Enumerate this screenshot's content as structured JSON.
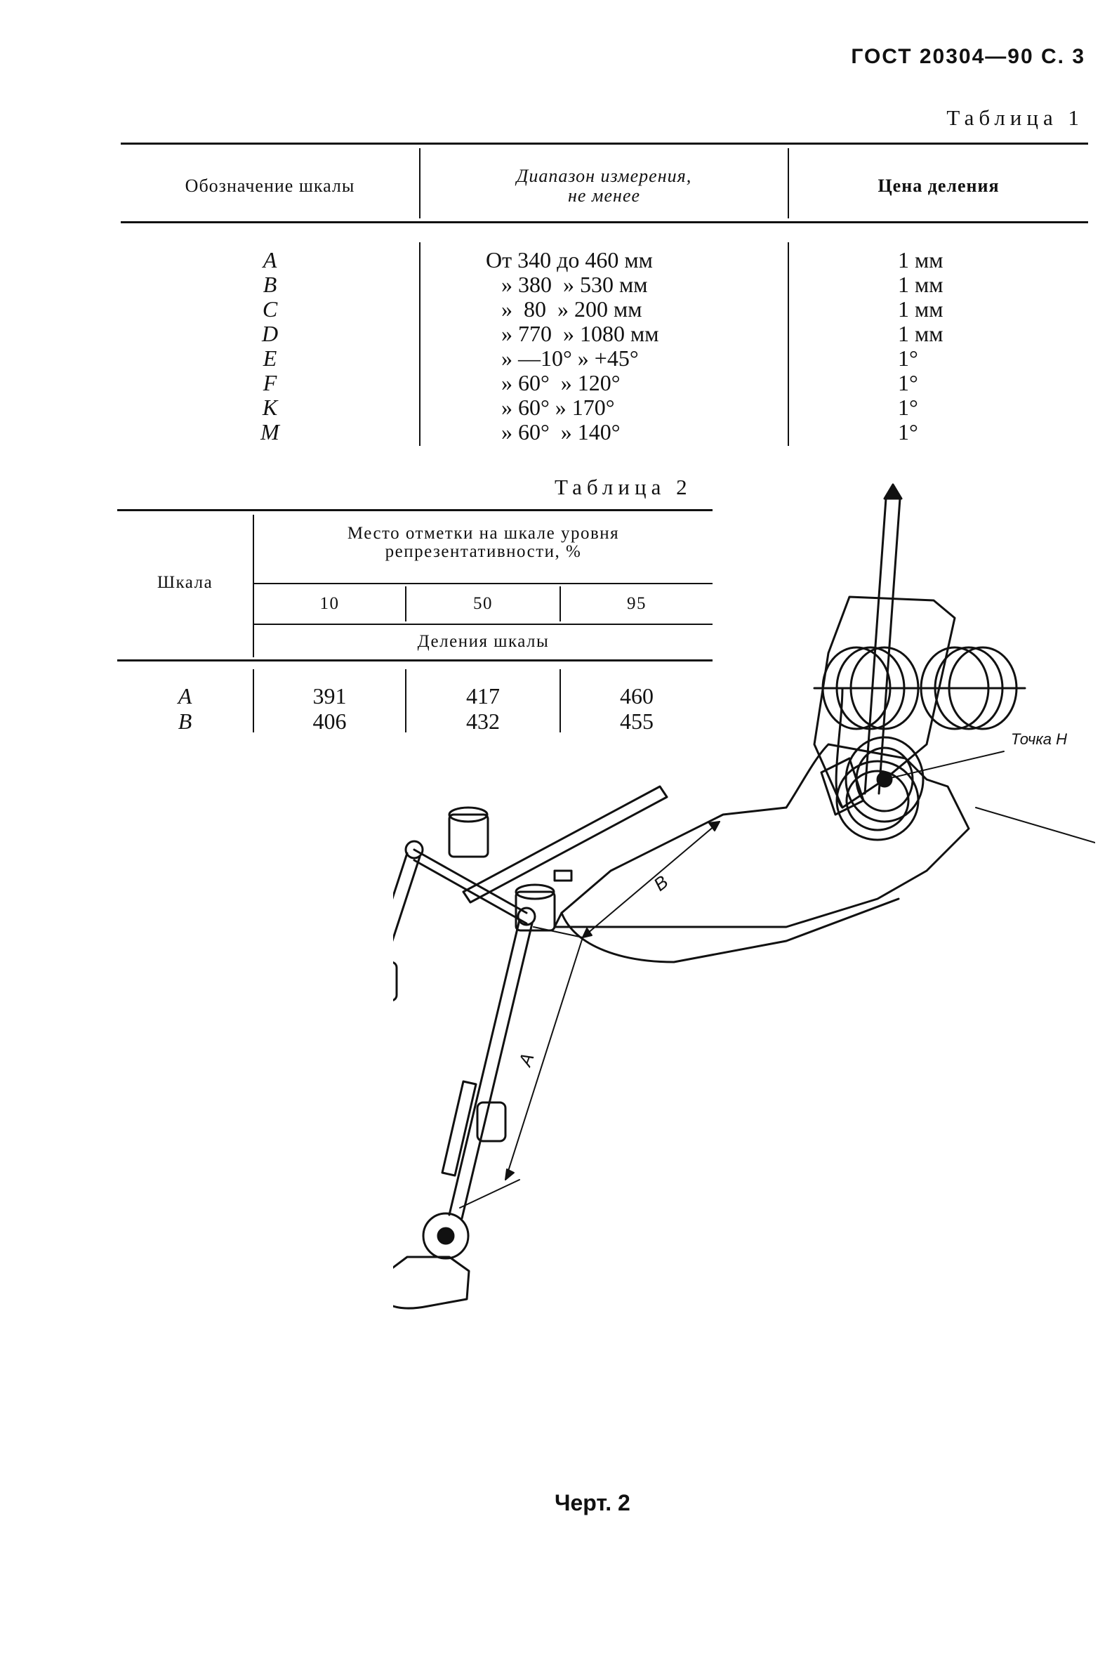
{
  "header": {
    "standard": "ГОСТ 20304—90 С. 3"
  },
  "table1": {
    "caption": "Таблица 1",
    "headers": [
      "Обозначение шкалы",
      "Диапазон измерения,",
      "не менее",
      "Цена деления"
    ],
    "scales": [
      "A",
      "B",
      "C",
      "D",
      "E",
      "F",
      "K",
      "M"
    ],
    "ranges": [
      "От 340 до 460 мм",
      "» 380  » 530 мм",
      "»  80  » 200 мм",
      "» 770  » 1080 мм",
      "» —10° » +45°",
      "» 60°  » 120°",
      "» 60° » 170°",
      "» 60°  » 140°"
    ],
    "divisions": [
      "1 мм",
      "1 мм",
      "1 мм",
      "1 мм",
      "1°",
      "1°",
      "1°",
      "1°"
    ]
  },
  "table2": {
    "caption": "Таблица 2",
    "col_scale": "Шкала",
    "group_header_1": "Место отметки на шкале уровня",
    "group_header_2": "репрезентативности, %",
    "levels": [
      "10",
      "50",
      "95"
    ],
    "divisions_header": "Деления шкалы",
    "rows": [
      {
        "scale": "A",
        "values": [
          "391",
          "417",
          "460"
        ]
      },
      {
        "scale": "B",
        "values": [
          "406",
          "432",
          "455"
        ]
      }
    ]
  },
  "figure": {
    "point_label": "Точка Н",
    "dim_b": "В",
    "dim_a": "А",
    "caption": "Черт. 2"
  }
}
